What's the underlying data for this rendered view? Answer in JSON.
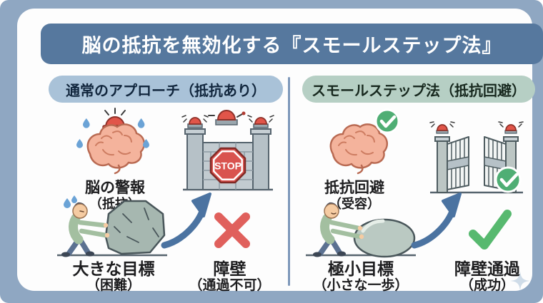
{
  "title": "脳の抵抗を無効化する『スモールステップ法』",
  "left": {
    "header": "通常のアプローチ（抵抗あり）",
    "brain_label": "脳の警報",
    "brain_sub": "（抵抗）",
    "stop_sign": "STOP",
    "goal_label": "大きな目標",
    "goal_sub": "（困難）",
    "barrier_label": "障壁",
    "barrier_sub": "（通過不可）"
  },
  "right": {
    "header": "スモールステップ法（抵抗回避）",
    "brain_label": "抵抗回避",
    "brain_sub": "（受容）",
    "goal_label": "極小目標",
    "goal_sub": "（小さな一歩）",
    "barrier_label": "障壁通過",
    "barrier_sub": "（成功）"
  },
  "colors": {
    "outer_background": "#8fa7c2",
    "title_bar": "#56789e",
    "pill_left_blue": "#a9c2d8",
    "pill_right_green": "#b6cfc4",
    "alarm_red": "#e15549",
    "stop_red": "#d9534f",
    "error_red": "#e0605c",
    "success_green": "#4fae74",
    "arrow_blue": "#4b73a1",
    "brain_pink": "#f4b39c",
    "divider_blue": "#7e98ba"
  }
}
